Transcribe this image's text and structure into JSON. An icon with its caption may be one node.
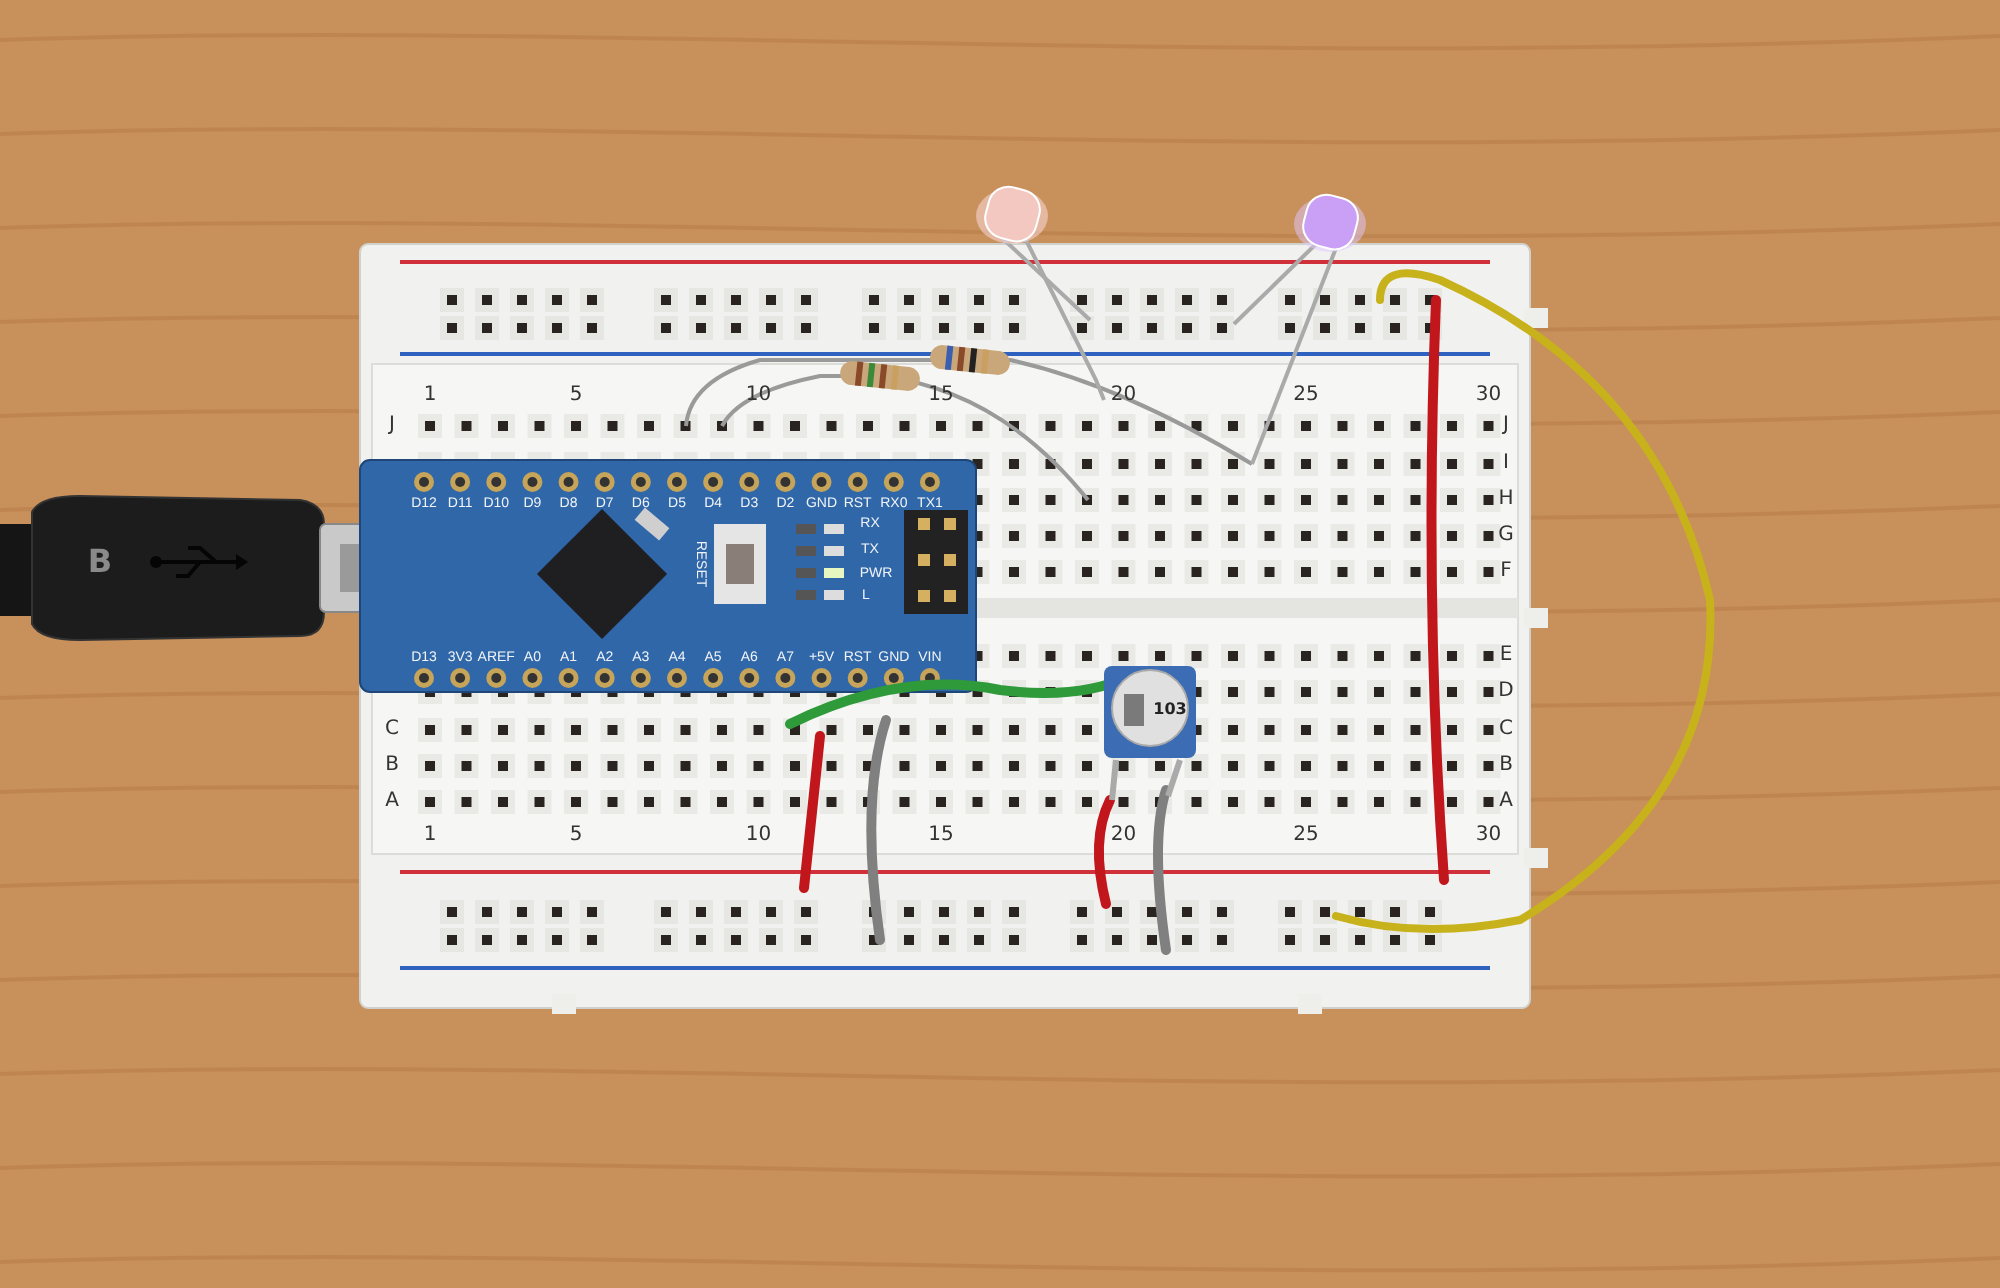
{
  "diagram": {
    "labels": [
      "1",
      "5",
      "10",
      "15",
      "20",
      "25",
      "30",
      "J",
      "C",
      "B",
      "A",
      "J",
      "I",
      "H",
      "G",
      "F",
      "E",
      "D",
      "C",
      "B",
      "A",
      "D12",
      "D11",
      "D10",
      "D9",
      "D8",
      "D7",
      "D6",
      "D5",
      "D4",
      "D3",
      "D2",
      "GND",
      "RST",
      "RX0",
      "TX1",
      "RX",
      "TX",
      "PWR",
      "L",
      "RESET",
      "D13",
      "3V3",
      "AREF",
      "A0",
      "A1",
      "A2",
      "A3",
      "A4",
      "A5",
      "A6",
      "A7",
      "+5V",
      "RST",
      "GND",
      "VIN",
      "103",
      "1",
      "5",
      "10",
      "15",
      "20",
      "25",
      "30",
      "B"
    ]
  }
}
